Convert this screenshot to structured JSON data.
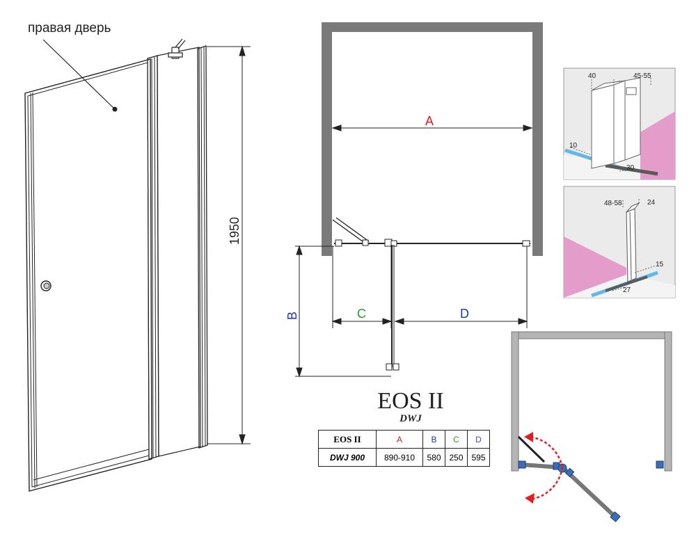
{
  "door_label": "правая дверь",
  "height_dim": "1950",
  "plan": {
    "label_a": "A",
    "label_b": "B",
    "label_c": "C",
    "label_d": "D"
  },
  "colors": {
    "a": "#d62020",
    "b": "#1a3a9a",
    "c": "#2a9a2a",
    "d": "#6a3ab0",
    "wall_pink": "#e49ccb",
    "seal_blue": "#5fb8e8",
    "arrow_red": "#e02020",
    "hinge_blue": "#3a6eb8"
  },
  "detail_top": {
    "dim1": "40",
    "dim2": "45-55",
    "dim3": "10",
    "dim4": "30"
  },
  "detail_bottom": {
    "dim1": "48-58",
    "dim2": "24",
    "dim3": "15",
    "dim4": "27"
  },
  "product": {
    "title": "EOS II",
    "subtitle": "DWJ"
  },
  "table": {
    "headers": [
      "EOS II",
      "A",
      "B",
      "C",
      "D"
    ],
    "rows": [
      [
        "DWJ 900",
        "890-910",
        "580",
        "250",
        "595"
      ]
    ]
  }
}
